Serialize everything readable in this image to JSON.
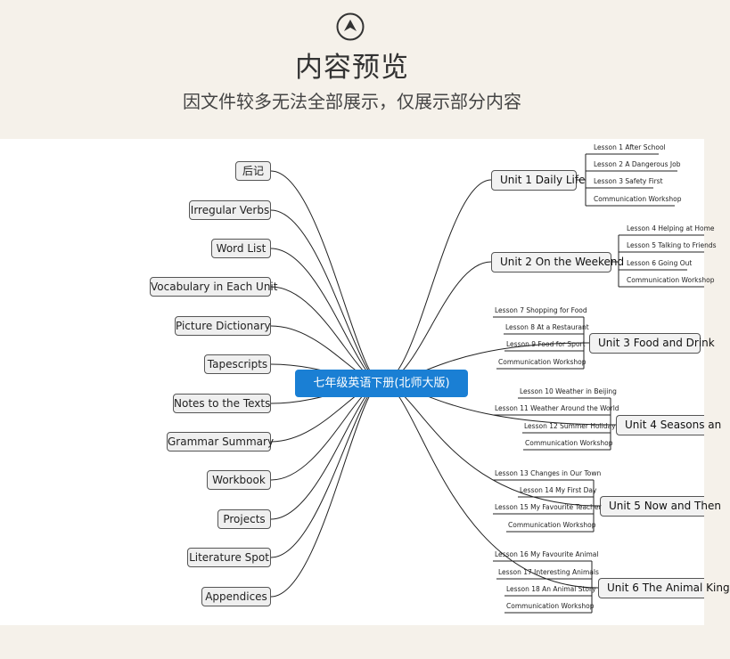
{
  "header": {
    "logo_icon": "chevron-up-circle-icon",
    "title": "内容预览",
    "subtitle": "因文件较多无法全部展示，仅展示部分内容"
  },
  "mindmap": {
    "root": "七年级英语下册(北师大版)",
    "left_nodes": [
      "后记",
      "Irregular Verbs",
      "Word List",
      "Vocabulary in Each Unit",
      "Picture Dictionary",
      "Tapescripts",
      "Notes to the Texts",
      "Grammar Summary",
      "Workbook",
      "Projects",
      "Literature Spot",
      "Appendices"
    ],
    "units": [
      {
        "label": "Unit 1 Daily Life",
        "lessons": [
          "Lesson 1 After School",
          "Lesson 2 A Dangerous Job",
          "Lesson 3 Safety First",
          "Communication Workshop"
        ]
      },
      {
        "label": "Unit 2 On the Weekend",
        "lessons": [
          "Lesson 4 Helping at Home",
          "Lesson 5 Talking to Friends",
          "Lesson 6 Going Out",
          "Communication Workshop"
        ]
      },
      {
        "label": "Unit 3 Food and Drink",
        "lessons": [
          "Lesson 7 Shopping for Food",
          "Lesson 8 At a Restaurant",
          "Lesson 9 Food for Sport",
          "Communication Workshop"
        ]
      },
      {
        "label": "Unit 4 Seasons an",
        "lessons": [
          "Lesson 10 Weather in Beijing",
          "Lesson 11 Weather Around the World",
          "Lesson 12 Summer Holiday",
          "Communication Workshop"
        ]
      },
      {
        "label": "Unit 5 Now and Then",
        "lessons": [
          "Lesson 13 Changes in Our Town",
          "Lesson 14 My First Day",
          "Lesson 15 My Favourite Teacher",
          "Communication Workshop"
        ]
      },
      {
        "label": "Unit 6 The Animal King",
        "lessons": [
          "Lesson 16 My Favourite Animal",
          "Lesson 17 Interesting Animals",
          "Lesson 18 An Animal Story",
          "Communication Workshop"
        ]
      }
    ]
  }
}
